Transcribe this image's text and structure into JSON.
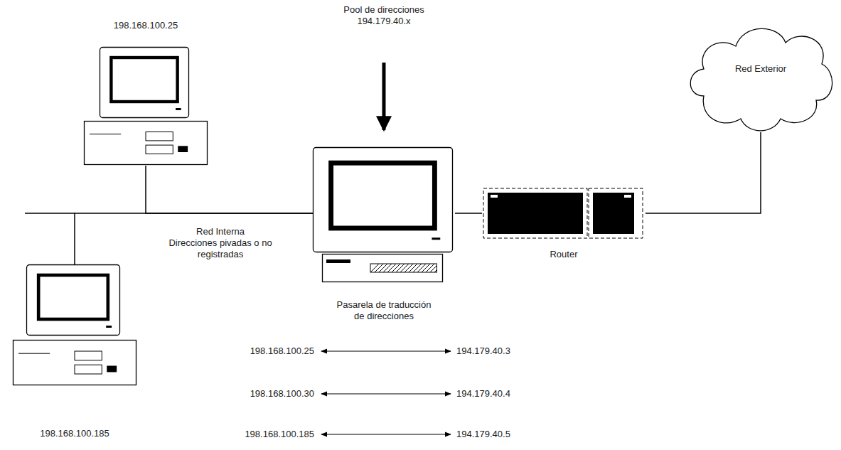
{
  "diagram": {
    "nodes": [
      {
        "text": [
          "198.168.100.25"
        ]
      },
      {
        "text": [
          "Pasarela de traducción de direcciones"
        ]
      },
      {
        "text": [
          "Router"
        ]
      },
      {
        "text": [
          "Red Exterior"
        ]
      },
      {
        "text": [
          "198.168.100.185"
        ]
      }
    ],
    "edges": [
      {
        "from": 0,
        "to": 1,
        "arrow": "none"
      },
      {
        "from": 4,
        "to": 1,
        "arrow": "none"
      },
      {
        "from": 1,
        "to": 2,
        "arrow": "none"
      },
      {
        "from": 2,
        "to": 3,
        "arrow": "none"
      }
    ],
    "labels": [
      "Pool de direcciones",
      "194.179.40.x",
      "Red Interna",
      "Direcciones pivadas o no registradas",
      "198.168.100.25",
      "194.179.40.3",
      "198.168.100.30",
      "194.179.40.4",
      "198.168.100.185",
      "194.179.40.5"
    ]
  }
}
